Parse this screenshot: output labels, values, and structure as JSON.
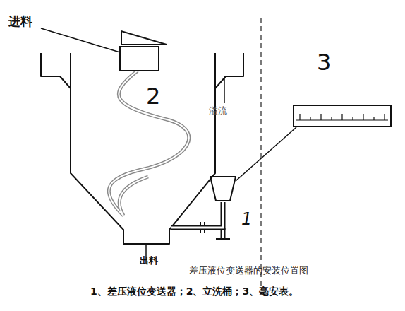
{
  "diagram": {
    "caption": "差压液位变送器的安装位置图",
    "nodes": [
      {
        "text": [
          "2"
        ]
      },
      {
        "text": [
          "3"
        ]
      },
      {
        "text": [
          "1"
        ]
      }
    ],
    "edges": [
      {
        "from": 0,
        "to": 2,
        "arrow": "none"
      },
      {
        "from": 2,
        "to": 1,
        "arrow": "none"
      }
    ],
    "labels": [
      "进料",
      "溢流",
      "出料",
      "1、差压液位变送器；2、立洗桶；3、毫安表。"
    ]
  }
}
